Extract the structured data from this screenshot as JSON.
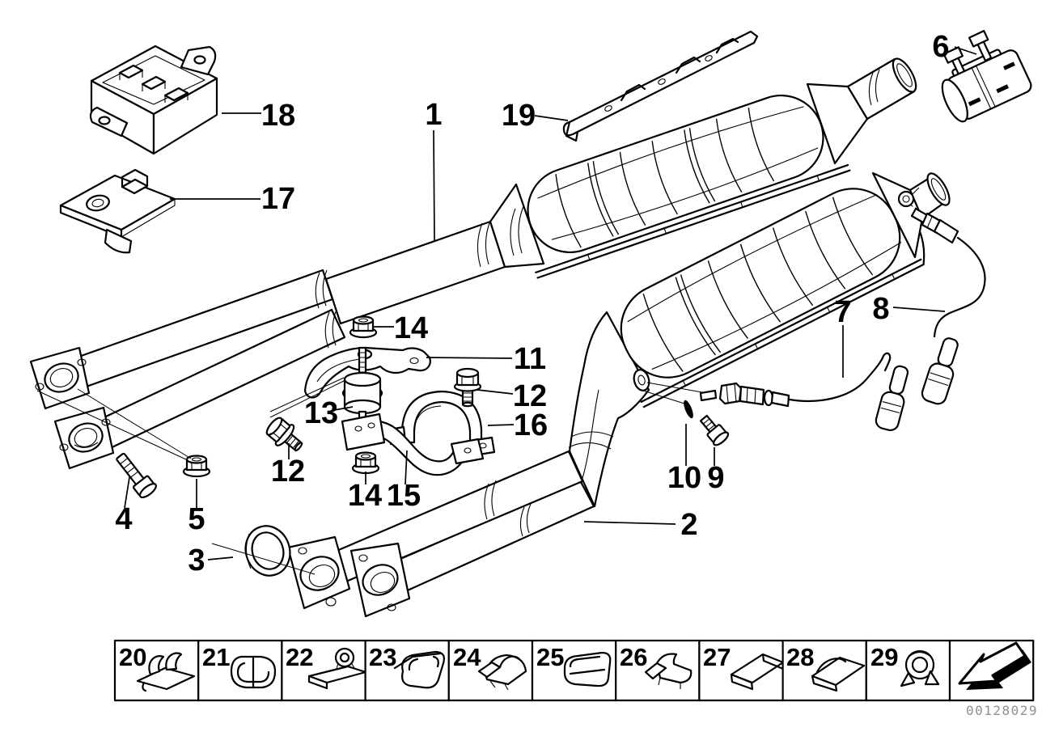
{
  "diagram": {
    "number_label": "00128029",
    "background": "#ffffff",
    "line_color": "#000000",
    "gray_text_color": "#8f8f8f"
  },
  "callouts": {
    "part1": "1",
    "part2": "2",
    "part3": "3",
    "part4": "4",
    "part5": "5",
    "part6": "6",
    "part7": "7",
    "part8": "8",
    "part9": "9",
    "part10": "10",
    "part11": "11",
    "part12_right": "12",
    "part12_left": "12",
    "part13": "13",
    "part14_top": "14",
    "part14_bottom": "14",
    "part15": "15",
    "part16": "16",
    "part17": "17",
    "part18": "18",
    "part19": "19"
  },
  "legend": {
    "items": [
      "20",
      "21",
      "22",
      "23",
      "24",
      "25",
      "26",
      "27",
      "28",
      "29"
    ]
  }
}
